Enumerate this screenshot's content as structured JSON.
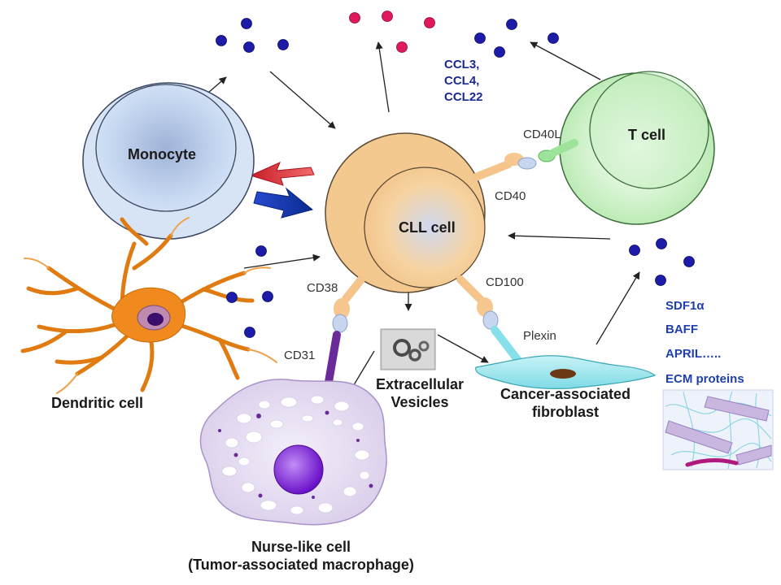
{
  "cells": {
    "cll": "CLL cell",
    "monocyte": "Monocyte",
    "tcell": "T cell",
    "dendritic": "Dendritic cell",
    "nurse_line1": "Nurse-like cell",
    "nurse_line2": "(Tumor-associated macrophage)",
    "vesicles_line1": "Extracellular",
    "vesicles_line2": "Vesicles",
    "caf_line1": "Cancer-associated",
    "caf_line2": "fibroblast"
  },
  "molecules": {
    "cd40l": "CD40L",
    "cd40": "CD40",
    "cd38": "CD38",
    "cd31": "CD31",
    "cd100": "CD100",
    "plexin": "Plexin"
  },
  "chemokines": [
    "CCL3,",
    "CCL4,",
    "CCL22"
  ],
  "stroma_factors": [
    "SDF1α",
    "BAFF",
    "APRIL…..",
    "ECM proteins"
  ],
  "colors": {
    "cll": "#f4c98f",
    "monocyte": "#cfe0f5",
    "tcell": "#bfeab7",
    "dendritic": "#f08a1e",
    "nurse": "#e6dcf2",
    "nurse_nucleus": "#8a2be2",
    "fibroblast": "#9ee6ee",
    "dot_blue": "#1c1ca8",
    "dot_red": "#e0195c",
    "arrow_red": "#e8323a",
    "arrow_blue": "#1f3fb5"
  }
}
